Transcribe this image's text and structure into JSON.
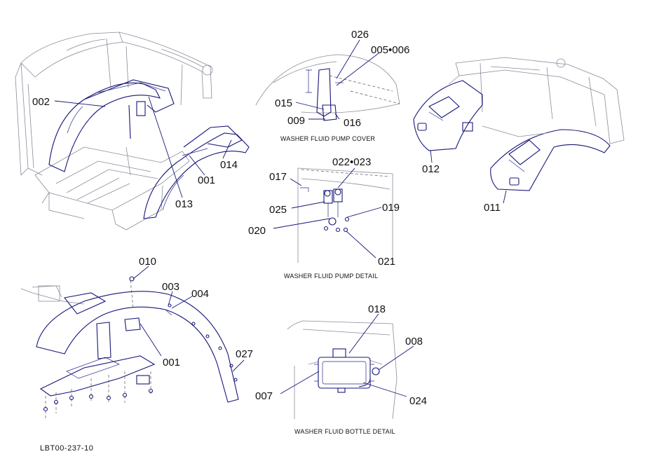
{
  "captions": {
    "pump_cover": "WASHER FLUID PUMP COVER",
    "pump_detail": "WASHER FLUID PUMP DETAIL",
    "bottle_detail": "WASHER FLUID BOTTLE DETAIL"
  },
  "drawing_code": "LBT00-237-10",
  "callouts": {
    "c002": "002",
    "c013": "013",
    "c001a": "001",
    "c014": "014",
    "c026": "026",
    "c005_006": "005•006",
    "c015": "015",
    "c009": "009",
    "c016": "016",
    "c012": "012",
    "c011": "011",
    "c017": "017",
    "c022_023": "022•023",
    "c025": "025",
    "c019": "019",
    "c020": "020",
    "c021": "021",
    "c010": "010",
    "c003": "003",
    "c004": "004",
    "c001b": "001",
    "c027": "027",
    "c018": "018",
    "c008": "008",
    "c007": "007",
    "c024": "024"
  }
}
